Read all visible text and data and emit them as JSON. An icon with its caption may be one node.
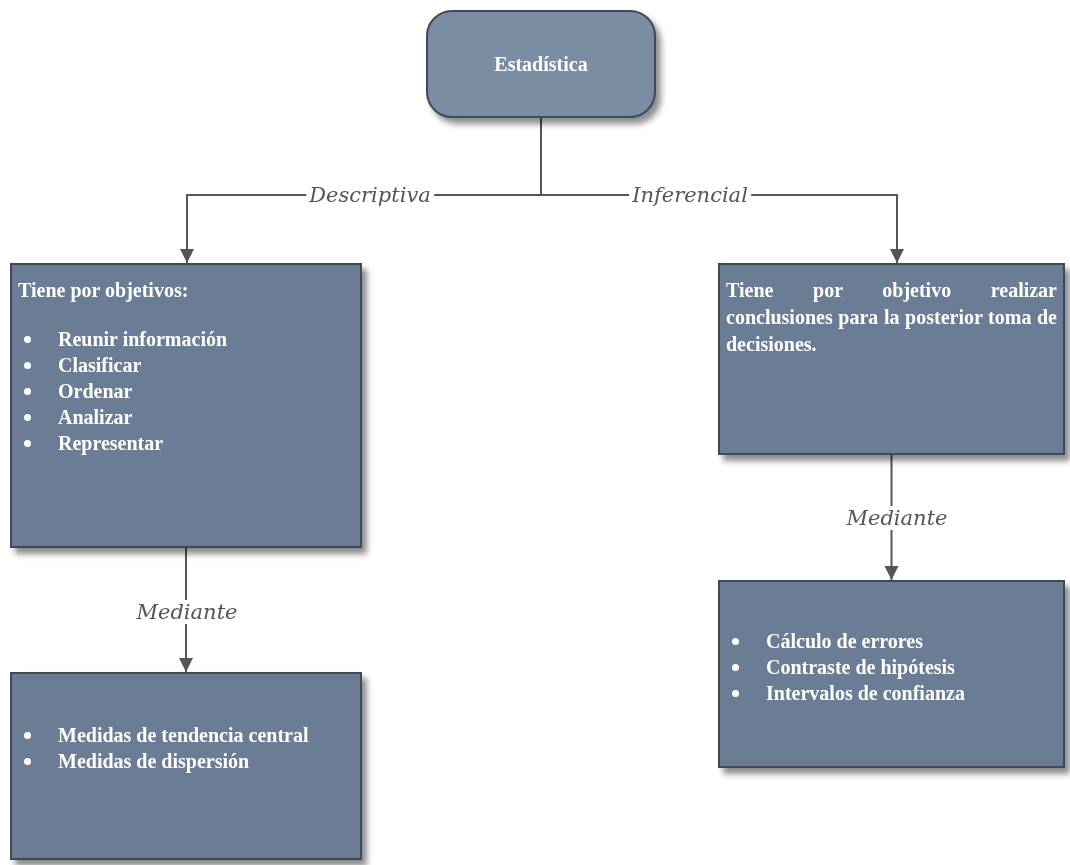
{
  "diagram": {
    "nodes": [
      {
        "text": [
          "Estadística"
        ]
      },
      {
        "text": [
          "Tiene por objetivos:",
          "Reunir información",
          "Clasificar",
          "Ordenar",
          "Analizar",
          "Representar"
        ]
      },
      {
        "text": [
          "Tiene por objetivo realizar conclusiones para la posterior toma de decisiones."
        ]
      },
      {
        "text": [
          "Medidas de tendencia central",
          "Medidas de dispersión"
        ]
      },
      {
        "text": [
          "Cálculo de errores",
          "Contraste de hipótesis",
          "Intervalos de confianza"
        ]
      }
    ],
    "edges": [
      {
        "from": 0,
        "to": 1,
        "arrow": "to",
        "label": "Descriptiva"
      },
      {
        "from": 0,
        "to": 2,
        "arrow": "to",
        "label": "Inferencial"
      },
      {
        "from": 1,
        "to": 3,
        "arrow": "to",
        "label": "Mediante"
      },
      {
        "from": 2,
        "to": 4,
        "arrow": "to",
        "label": "Mediante"
      }
    ]
  }
}
